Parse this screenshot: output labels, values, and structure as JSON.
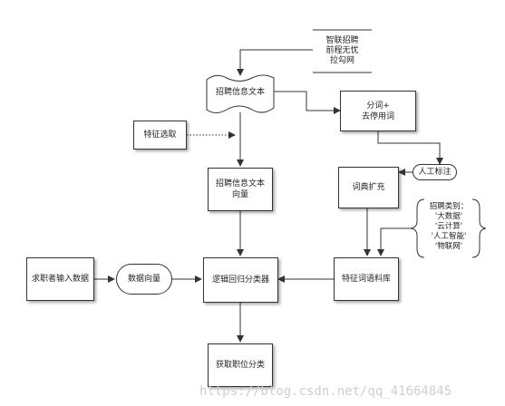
{
  "nodes": {
    "sources": "智联招聘\n前程无忧\n拉勾网",
    "job_text": "招聘信息文本",
    "segmentation": "分词+\n去停用词",
    "feature_select": "特征选取",
    "manual_label": "人工标注",
    "text_vector": "招聘信息文本\n向量",
    "dict_expand": "词典扩充",
    "categories": "招聘类别：\n'大数据'\n'云计算'\n'人工智能'\n'物联网'",
    "seeker_input": "求职者输入数据",
    "data_vector": "数据向量",
    "classifier": "逻辑回归分类器",
    "corpus": "特征词语料库",
    "result": "获取职位分类"
  },
  "watermark": "https://blog.csdn.net/qq_41664845"
}
